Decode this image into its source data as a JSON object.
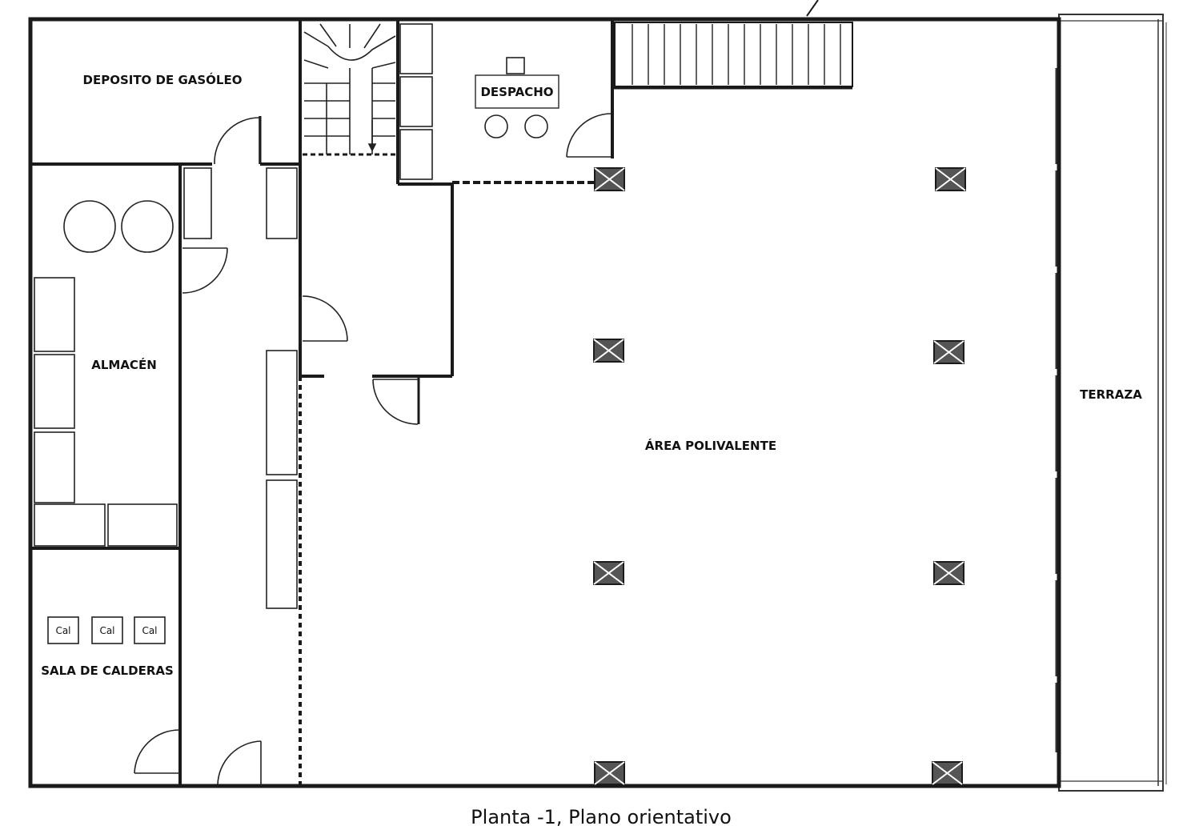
{
  "rooms": {
    "fuel_tank": "DEPOSITO DE GASÓLEO",
    "office": "DESPACHO",
    "storage": "ALMACÉN",
    "boiler_room": "SALA DE CALDERAS",
    "multipurpose": "ÁREA POLIVALENTE",
    "terrace": "TERRAZA"
  },
  "boilers": [
    "Cal",
    "Cal",
    "Cal"
  ],
  "caption": "Planta -1, Plano orientativo"
}
